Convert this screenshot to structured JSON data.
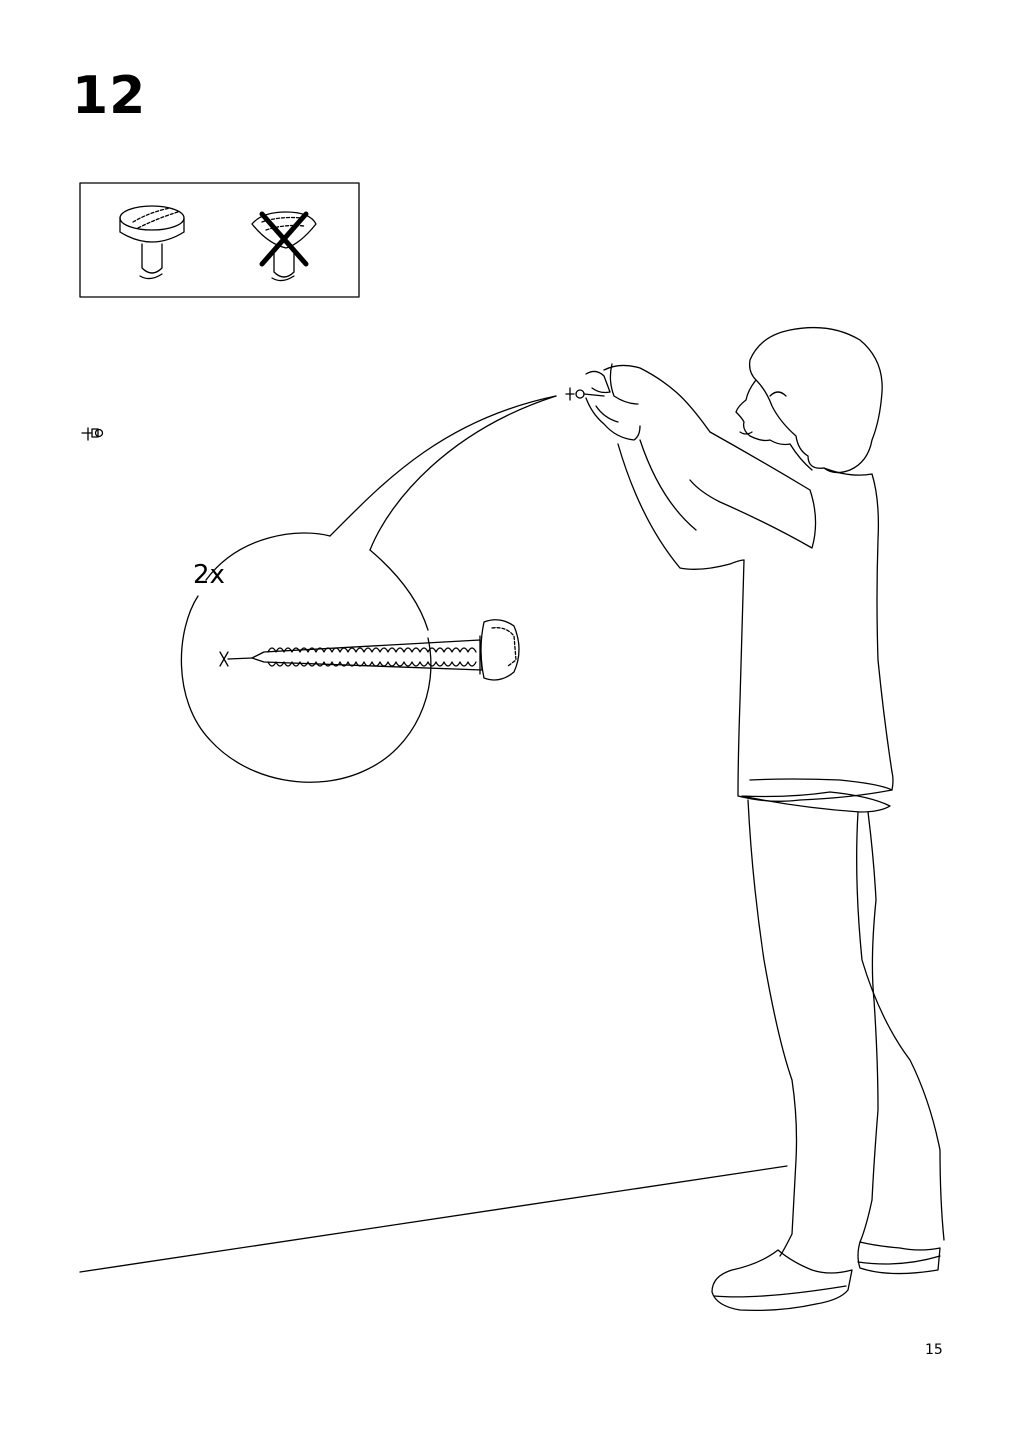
{
  "step": {
    "number": "12"
  },
  "callout": {
    "quantity": "2x"
  },
  "footer": {
    "page_number": "15"
  },
  "icons": {
    "correct_screw": "screw-head-correct-icon",
    "wrong_screw": "screw-head-wrong-icon",
    "part_symbol": "screw-part-icon",
    "screw_detail": "screw-detail-icon",
    "person": "person-installing-illustration"
  },
  "colors": {
    "ink": "#000000",
    "paper": "#ffffff"
  }
}
